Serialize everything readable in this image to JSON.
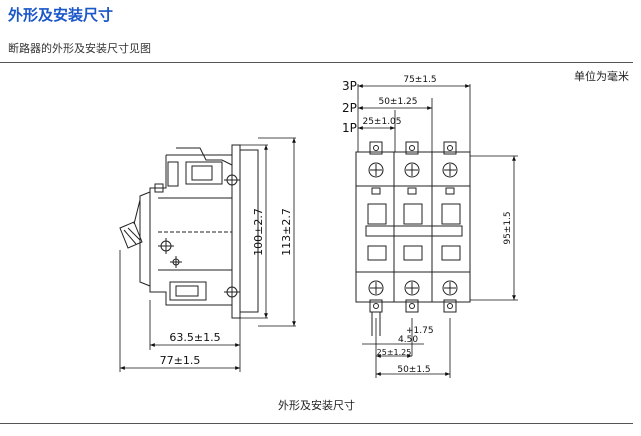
{
  "header": {
    "title": "外形及安装尺寸",
    "subtitle": "断路器的外形及安装尺寸见图"
  },
  "unit_note": "单位为毫米",
  "caption": "外形及安装尺寸",
  "side_view": {
    "dim_depth_inner": "63.5±1.5",
    "dim_depth_outer": "77±1.5",
    "dim_height_inner": "100±2.7",
    "dim_height_outer": "113±2.7"
  },
  "front_view": {
    "pole_3p": "3P",
    "pole_2p": "2P",
    "pole_1p": "1P",
    "dim_3p_width": "75±1.5",
    "dim_2p_width": "50±1.25",
    "dim_1p_width": "25±1.05",
    "dim_height": "95±1.5",
    "dim_plus": "+1.75",
    "dim_450": "4.50",
    "dim_bottom_25": "25±1.25",
    "dim_bottom_50": "50±1.5"
  },
  "colors": {
    "title": "#1a57c8",
    "lines": "#222222"
  }
}
